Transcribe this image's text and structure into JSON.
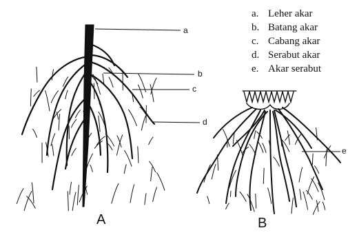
{
  "legend": [
    {
      "letter": "a.",
      "text": "Leher akar"
    },
    {
      "letter": "b.",
      "text": "Batang akar"
    },
    {
      "letter": "c.",
      "text": "Cabang akar"
    },
    {
      "letter": "d.",
      "text": "Serabut akar"
    },
    {
      "letter": "e.",
      "text": "Akar serabut"
    }
  ],
  "pointers": {
    "a": "a",
    "b": "b",
    "c": "c",
    "d": "d",
    "e": "e"
  },
  "figures": {
    "a": "A",
    "b": "B"
  },
  "colors": {
    "ink": "#111111",
    "background": "#ffffff"
  }
}
